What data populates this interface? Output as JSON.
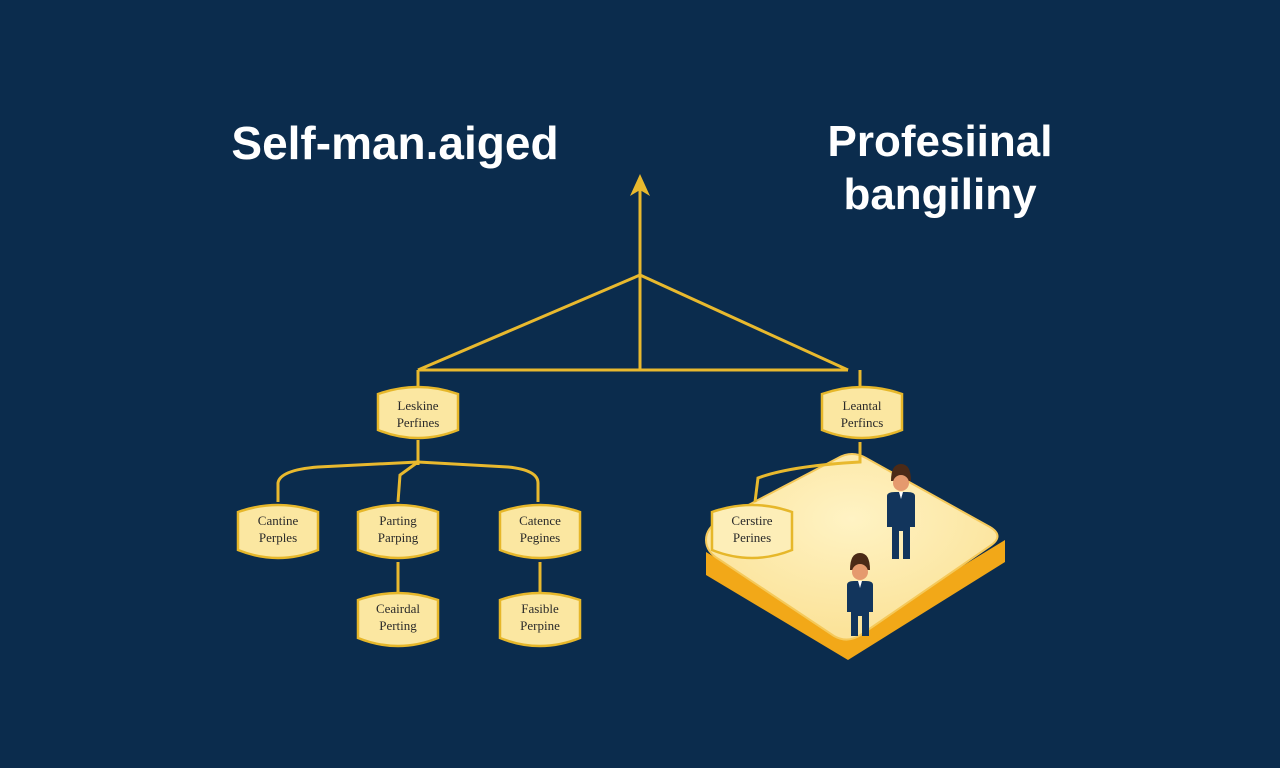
{
  "titles": {
    "left": "Self-man.aiged",
    "right_line1": "Profesiinal",
    "right_line2": "bangiliny"
  },
  "nodes": {
    "left_root": {
      "line1": "Leskine",
      "line2": "Perfines"
    },
    "left_child1": {
      "line1": "Cantine",
      "line2": "Perples"
    },
    "left_child2": {
      "line1": "Parting",
      "line2": "Parping"
    },
    "left_child3": {
      "line1": "Catence",
      "line2": "Pegines"
    },
    "left_grand1": {
      "line1": "Ceairdal",
      "line2": "Perting"
    },
    "left_grand2": {
      "line1": "Fasible",
      "line2": "Perpine"
    },
    "right_root": {
      "line1": "Leantal",
      "line2": "Perfincs"
    },
    "right_child": {
      "line1": "Cerstire",
      "line2": "Perines"
    }
  },
  "colors": {
    "background": "#0b2c4d",
    "line": "#e8b92e",
    "node_fill": "#fbe7a1",
    "node_stroke": "#e6b72a",
    "platform_top": "#fbe39a",
    "platform_side": "#f2a818",
    "person_suit": "#12355c",
    "person_skin": "#e59a6e",
    "person_hair": "#4b2a17"
  },
  "icons": [
    "arrow-up-icon",
    "person-icon"
  ]
}
